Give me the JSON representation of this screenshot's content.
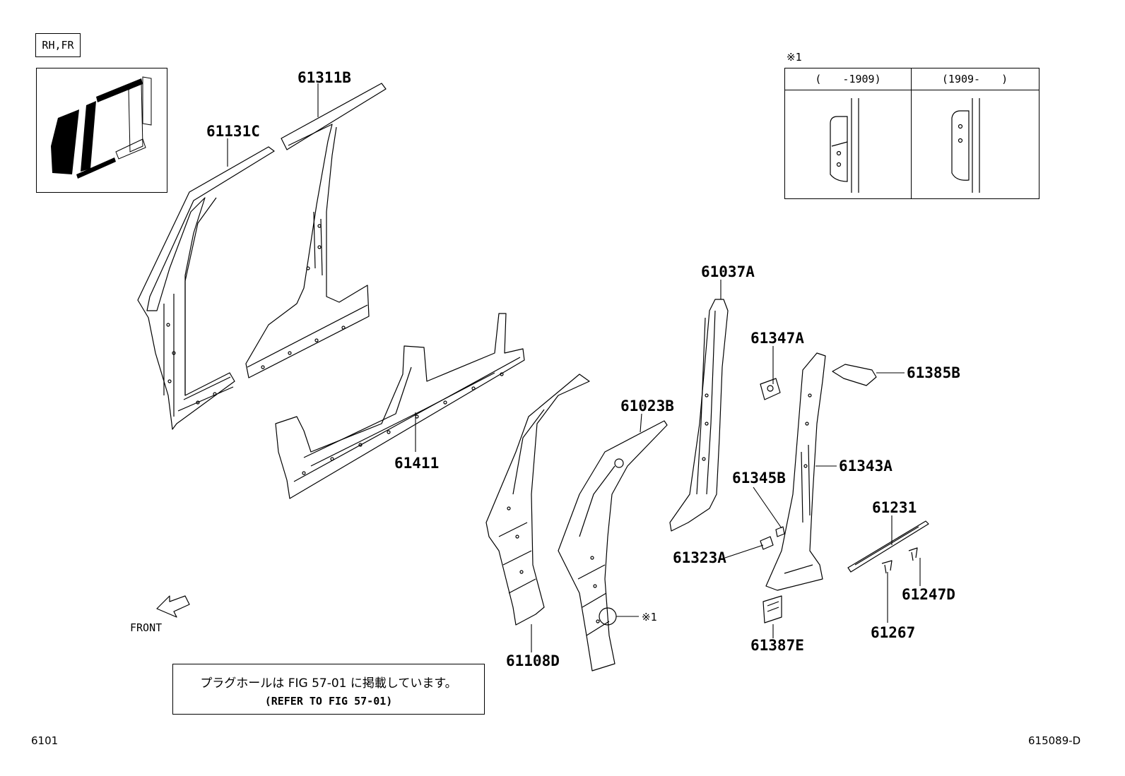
{
  "header": {
    "position_label": "RH,FR"
  },
  "variant_table": {
    "mark": "※1",
    "columns": [
      "(　　-1909)",
      "(1909-　　)"
    ]
  },
  "parts": [
    "61311B",
    "61131C",
    "61411",
    "61037A",
    "61347A",
    "61385B",
    "61023B",
    "61343A",
    "61345B",
    "61323A",
    "61231",
    "61247D",
    "61267",
    "61387E",
    "61108D"
  ],
  "callout_mark": "※1",
  "front_label": "FRONT",
  "note": {
    "line1": "プラグホールは FIG 57-01 に掲載しています。",
    "line2": "(REFER TO FIG 57-01)"
  },
  "footer": {
    "left_code": "6101",
    "right_code": "615089-D"
  }
}
